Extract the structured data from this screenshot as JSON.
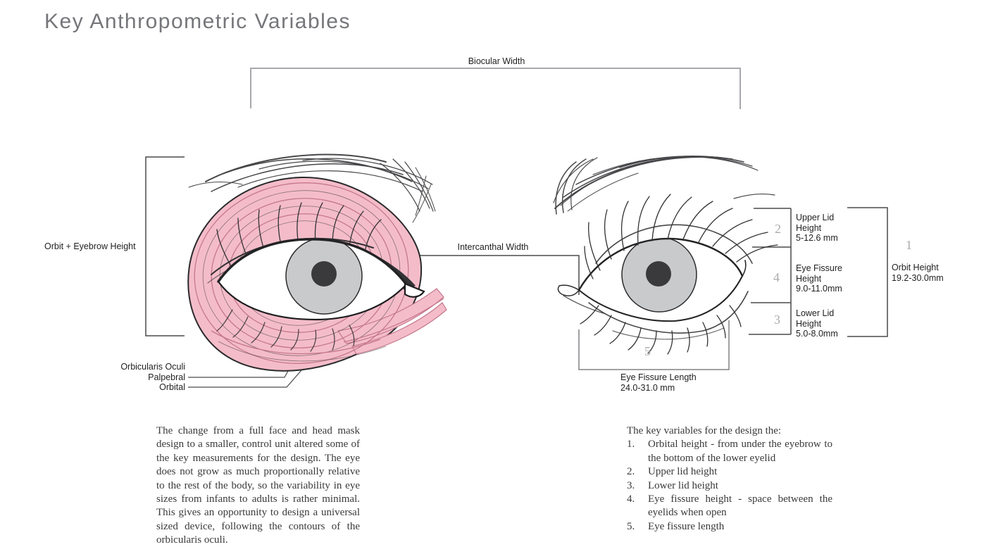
{
  "title": "Key Anthropometric Variables",
  "colors": {
    "muscle_pink": "#f4bcc9",
    "muscle_ring_stroke": "#c5788d",
    "iris_gray": "#c9cacc",
    "pupil_gray": "#3a3a3d",
    "sketch_line": "#47474a",
    "bracket_light": "#a6a8ab",
    "bracket_dark": "#4a4a4c",
    "number_gray": "#a9abae"
  },
  "measurements": {
    "biocular_width": "Biocular Width",
    "orbit_eyebrow_height": "Orbit + Eyebrow Height",
    "intercanthal_width": "Intercanthal Width",
    "upper_lid": "Upper Lid\nHeight\n5-12.6 mm",
    "eye_fissure_height": "Eye Fissure\nHeight\n9.0-11.0mm",
    "lower_lid": "Lower Lid\nHeight\n5.0-8.0mm",
    "orbit_height": "Orbit Height\n19.2-30.0mm",
    "eye_fissure_length": "Eye Fissure Length\n24.0-31.0 mm"
  },
  "callout_numbers": {
    "orbit": "1",
    "upper_lid": "2",
    "lower_lid": "3",
    "eye_fissure_height": "4",
    "eye_fissure_length": "5"
  },
  "muscle_labels": {
    "group": "Orbicularis Oculi",
    "palpebral": "Palpebral",
    "orbital": "Orbital"
  },
  "left_paragraph": "The change from a full face and head mask design to a smaller, control unit altered some of the key measurements for the design. The eye does not grow as much proportionally relative to the rest of the body, so the variability in eye sizes from infants to adults is rather minimal. This gives an opportunity to design a universal sized device, following the contours of the orbicularis oculi.",
  "key_variables": {
    "intro": "The key variables for the design the:",
    "items": [
      {
        "num": "1.",
        "text": "Orbital height - from under the eyebrow to the bottom of the lower eyelid"
      },
      {
        "num": "2.",
        "text": "Upper lid height"
      },
      {
        "num": "3.",
        "text": "Lower lid height"
      },
      {
        "num": "4.",
        "text": "Eye fissure height - space between the eyelids when open"
      },
      {
        "num": "5.",
        "text": "Eye fissure length"
      }
    ]
  }
}
